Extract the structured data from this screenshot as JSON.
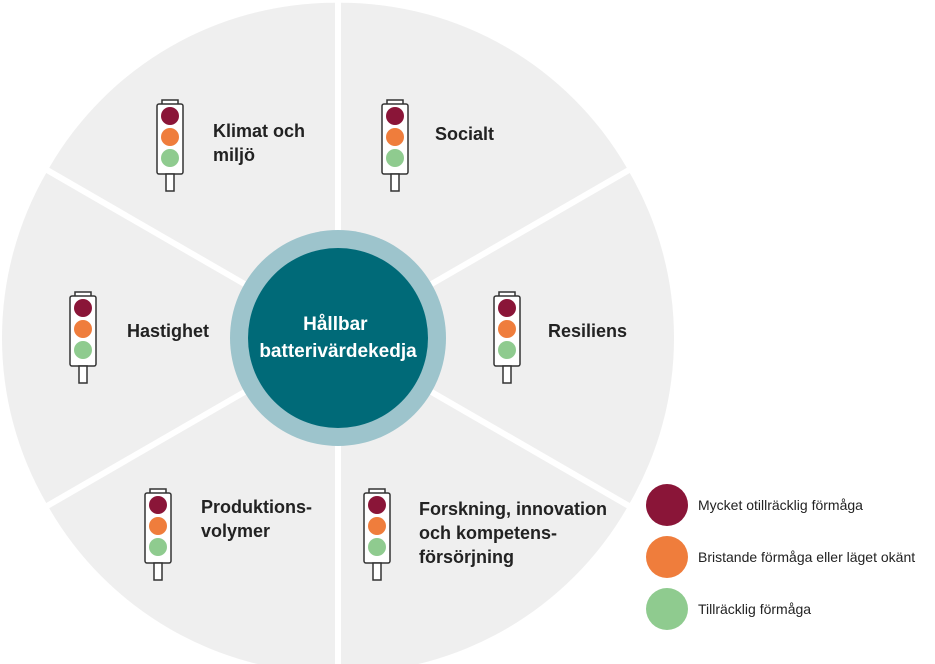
{
  "diagram": {
    "center_lines": [
      "Hållbar",
      "batterivärdekedja"
    ],
    "segments": [
      {
        "id": "klimat",
        "lines": [
          "Klimat och",
          "miljö"
        ]
      },
      {
        "id": "socialt",
        "lines": [
          "Socialt"
        ]
      },
      {
        "id": "resiliens",
        "lines": [
          "Resiliens"
        ]
      },
      {
        "id": "forskning",
        "lines": [
          "Forskning, innovation",
          "och kompetens-",
          "försörjning"
        ]
      },
      {
        "id": "produktion",
        "lines": [
          "Produktions-",
          "volymer"
        ]
      },
      {
        "id": "hastighet",
        "lines": [
          "Hastighet"
        ]
      }
    ]
  },
  "legend": [
    {
      "label": "Mycket otillräcklig förmåga",
      "color": "#8a1538"
    },
    {
      "label": "Bristande förmåga eller läget okänt",
      "color": "#ef7d3c"
    },
    {
      "label": "Tillräcklig förmåga",
      "color": "#8fcb8f"
    }
  ],
  "colors": {
    "segment_fill": "#efefef",
    "center_fill": "#006a78",
    "center_ring": "#9dc4cc",
    "light_red": "#8a1538",
    "light_orange": "#ef7d3c",
    "light_green": "#8fcb8f"
  }
}
